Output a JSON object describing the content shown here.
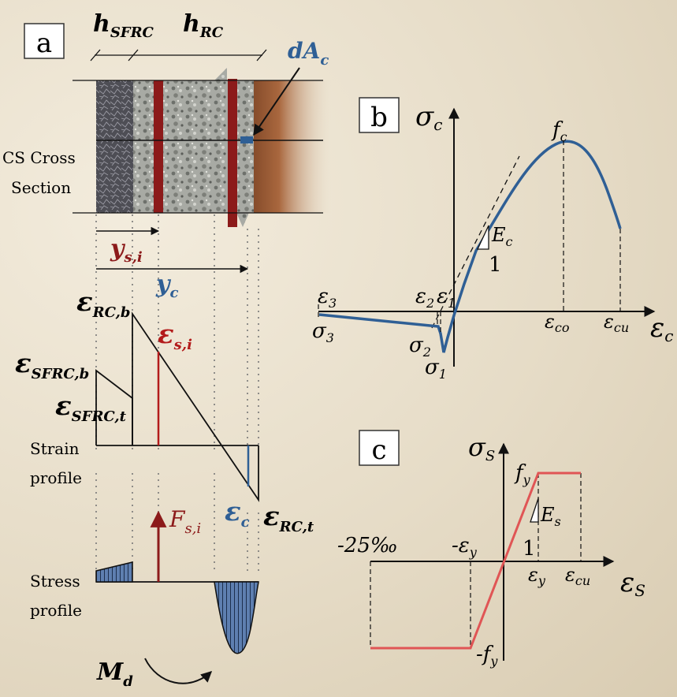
{
  "panel_a": {
    "tag": "a",
    "h_sfrc_main": "h",
    "h_sfrc_sub": "SFRC",
    "h_rc_main": "h",
    "h_rc_sub": "RC",
    "dA_main": "dA",
    "dA_sub": "c",
    "cross_section_line1": "CS Cross",
    "cross_section_line2": "Section",
    "ysi_main": "y",
    "ysi_sub": "s,i",
    "yc_main": "y",
    "yc_sub": "c",
    "eps_rcb_sub": "RC,b",
    "eps_si_sub": "s,i",
    "eps_sfrcb_sub": "SFRC,b",
    "eps_sfrct_sub": "SFRC,t",
    "strain_line1": "Strain",
    "strain_line2": "profile",
    "fsi_main": "F",
    "fsi_sub": "s,i",
    "epsc_sub": "c",
    "eps_rct_sub": "RC,t",
    "stress_line1": "Stress",
    "stress_line2": "profile",
    "md_main": "M",
    "md_sub": "d",
    "epsilon": "ε"
  },
  "panel_b": {
    "tag": "b",
    "sigma_c_main": "σ",
    "sigma_c_sub": "c",
    "fc_main": "f",
    "fc_sub": "c",
    "Ec_main": "E",
    "Ec_sub": "c",
    "one": "1",
    "eps3_sub": "3",
    "sigma3_sub": "3",
    "eps2_sub": "2",
    "eps1_sub": "1",
    "sigma2_sub": "2",
    "sigma1_sub": "1",
    "epsco_sub": "co",
    "epscu_sub": "cu",
    "axis_x_main": "ε",
    "axis_x_sub": "c",
    "epsilon": "ε",
    "sigma": "σ"
  },
  "panel_c": {
    "tag": "c",
    "sigma_s_main": "σ",
    "sigma_s_sub": "S",
    "fy_main": "f",
    "fy_sub": "y",
    "Es_main": "E",
    "Es_sub": "s",
    "one": "1",
    "neg25": "-25‰",
    "neg_eps_y_prefix": "-ε",
    "neg_eps_y_sub": "y",
    "eps_y_sub": "y",
    "eps_cu_sub": "cu",
    "neg_fy_prefix": "-f",
    "neg_fy_sub": "y",
    "axis_x_main": "ε",
    "axis_x_sub": "S",
    "epsilon": "ε"
  },
  "colors": {
    "blue": "#2f5f95",
    "red": "#b31b1b",
    "steel_red": "#8c1a1a",
    "steel_law": "#e05555",
    "stress_fill": "#5e7fb0",
    "wood": "#9a5a35"
  }
}
